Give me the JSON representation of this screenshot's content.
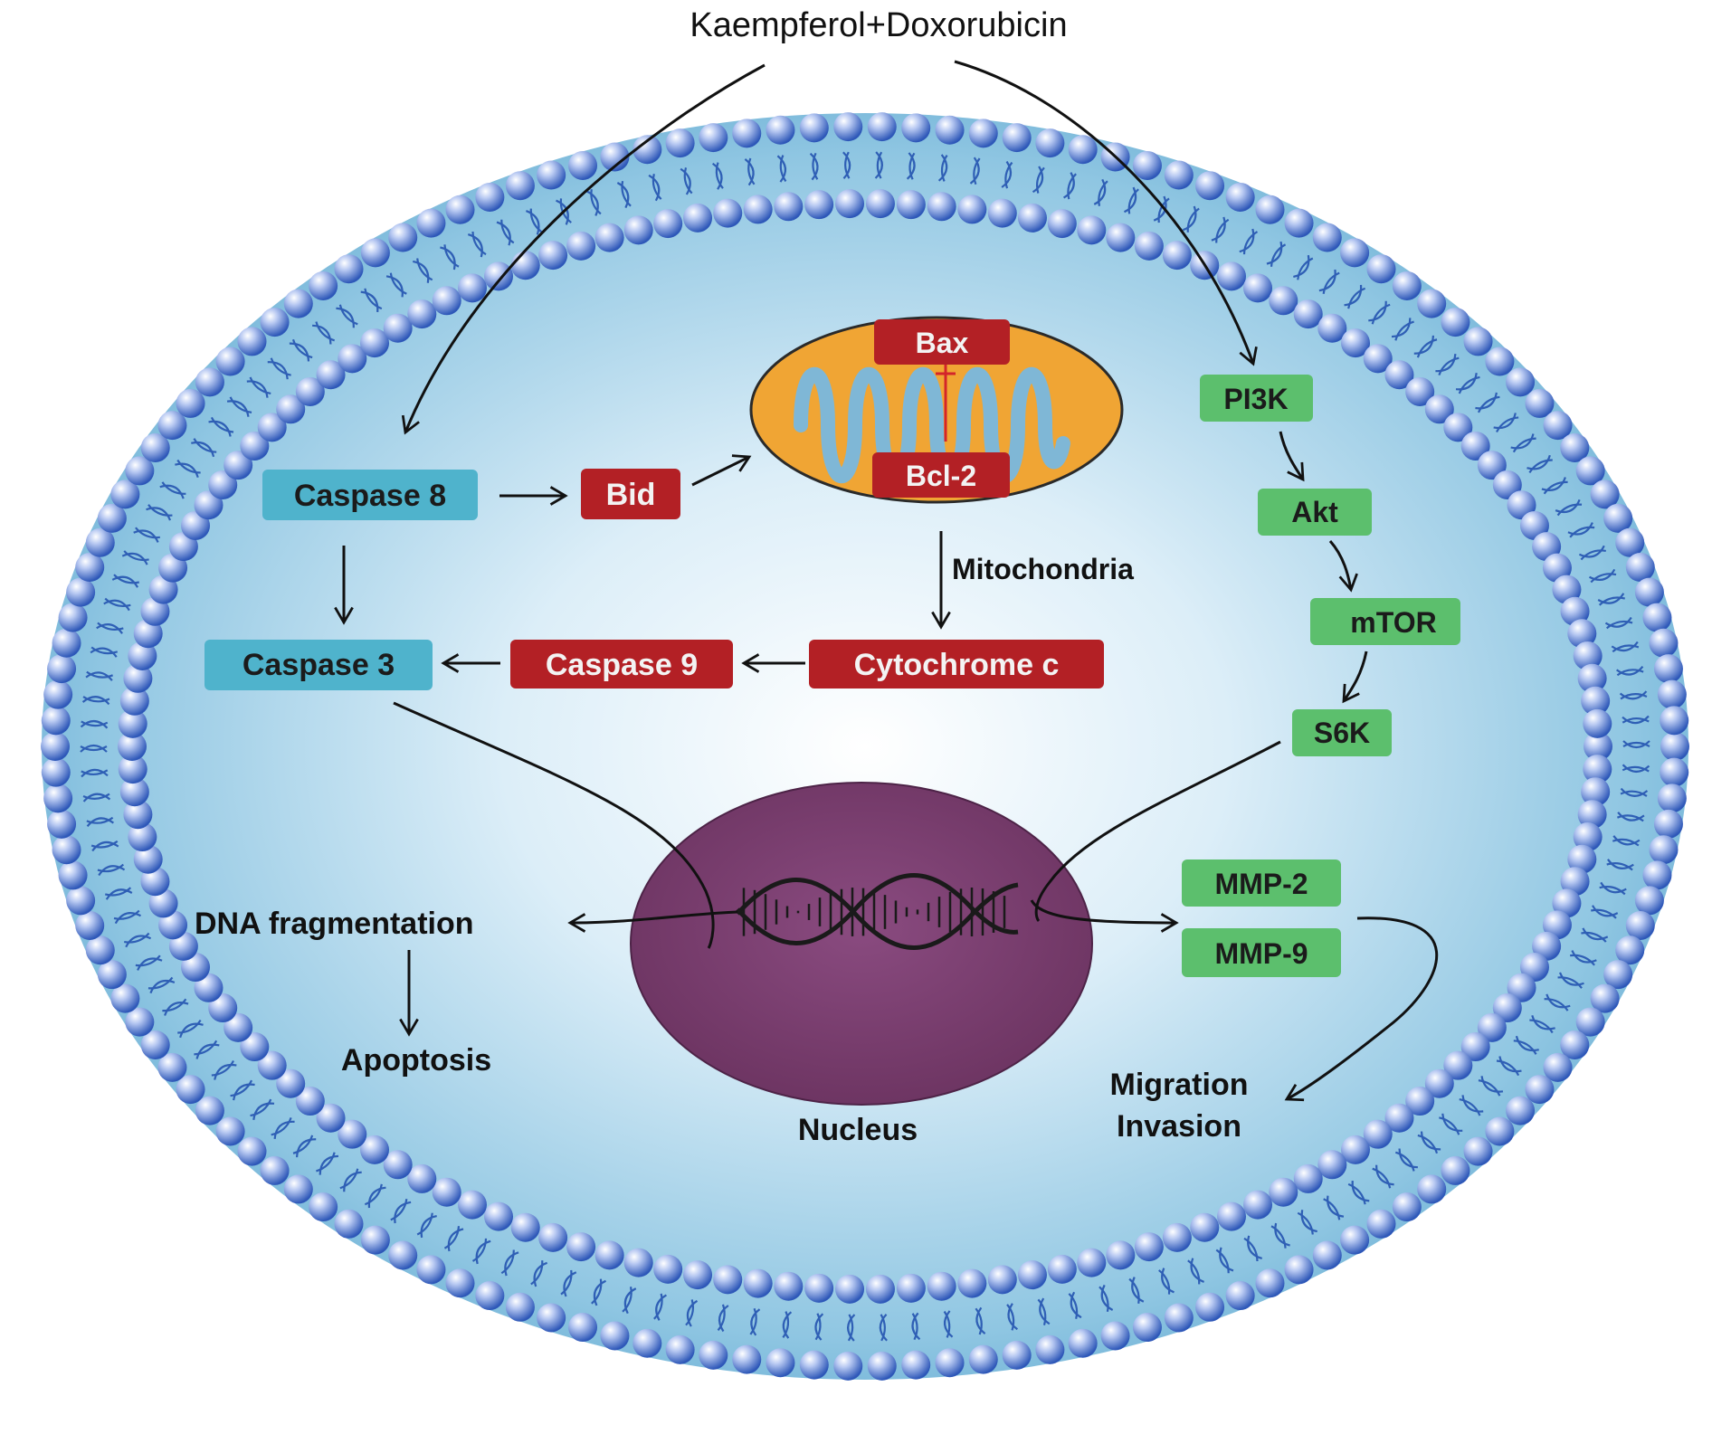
{
  "title": "Kaempferol+Doxorubicin",
  "nodes": {
    "caspase8": "Caspase 8",
    "bid": "Bid",
    "bax": "Bax",
    "bcl2": "Bcl-2",
    "caspase3": "Caspase 3",
    "caspase9": "Caspase 9",
    "cytochrome_c": "Cytochrome c",
    "pi3k": "PI3K",
    "akt": "Akt",
    "mtor": "mTOR",
    "s6k": "S6K",
    "mmp2": "MMP-2",
    "mmp9": "MMP-9"
  },
  "labels": {
    "mitochondria": "Mitochondria",
    "dna_fragmentation": "DNA fragmentation",
    "apoptosis": "Apoptosis",
    "nucleus": "Nucleus",
    "migration": "Migration",
    "invasion": "Invasion"
  },
  "colors": {
    "blue_box": "#4fb3cc",
    "red_box": "#b32025",
    "green_box": "#5cbf6d",
    "cytoplasm": "#9fd0e8",
    "membrane_bead": "#3f6fc8",
    "nucleus": "#7a3e6e",
    "mitochondrion": "#f0a534",
    "cristae": "#7fb7d6"
  }
}
